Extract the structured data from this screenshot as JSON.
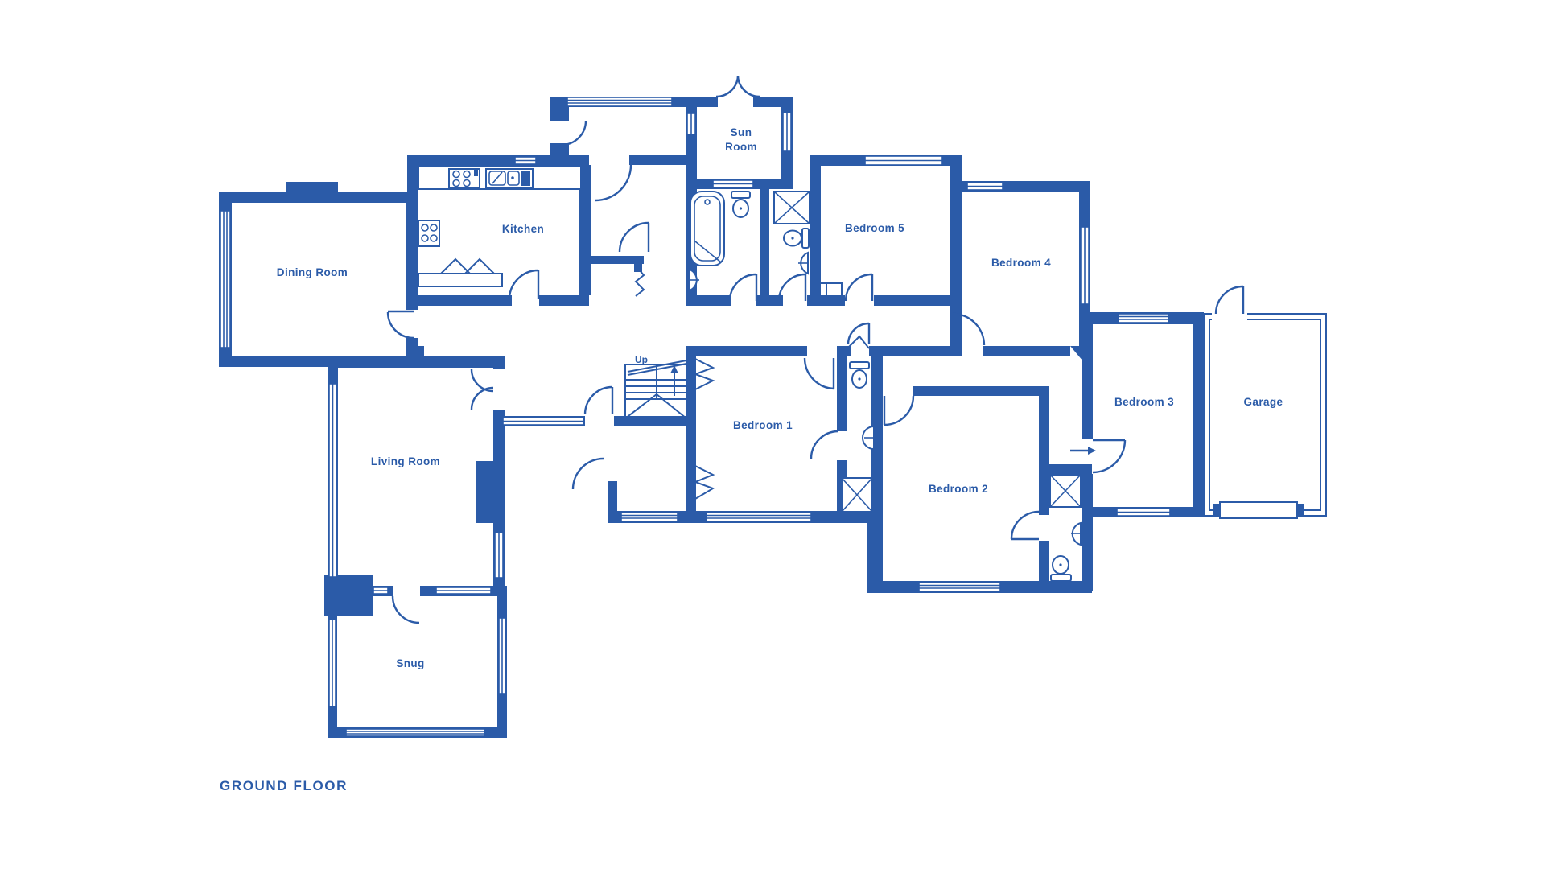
{
  "colors": {
    "ink": "#2b5ba8",
    "background": "#ffffff"
  },
  "plan": {
    "title": "GROUND FLOOR",
    "stairs": {
      "label": "Up"
    },
    "rooms": [
      {
        "label": "Dining Room"
      },
      {
        "label": "Kitchen"
      },
      {
        "label": "Sun Room",
        "lines": [
          "Sun",
          "Room"
        ]
      },
      {
        "label": "Bedroom 5"
      },
      {
        "label": "Bedroom 4"
      },
      {
        "label": "Bedroom 3"
      },
      {
        "label": "Garage"
      },
      {
        "label": "Bedroom 1"
      },
      {
        "label": "Bedroom 2"
      },
      {
        "label": "Living Room"
      },
      {
        "label": "Snug"
      }
    ]
  }
}
